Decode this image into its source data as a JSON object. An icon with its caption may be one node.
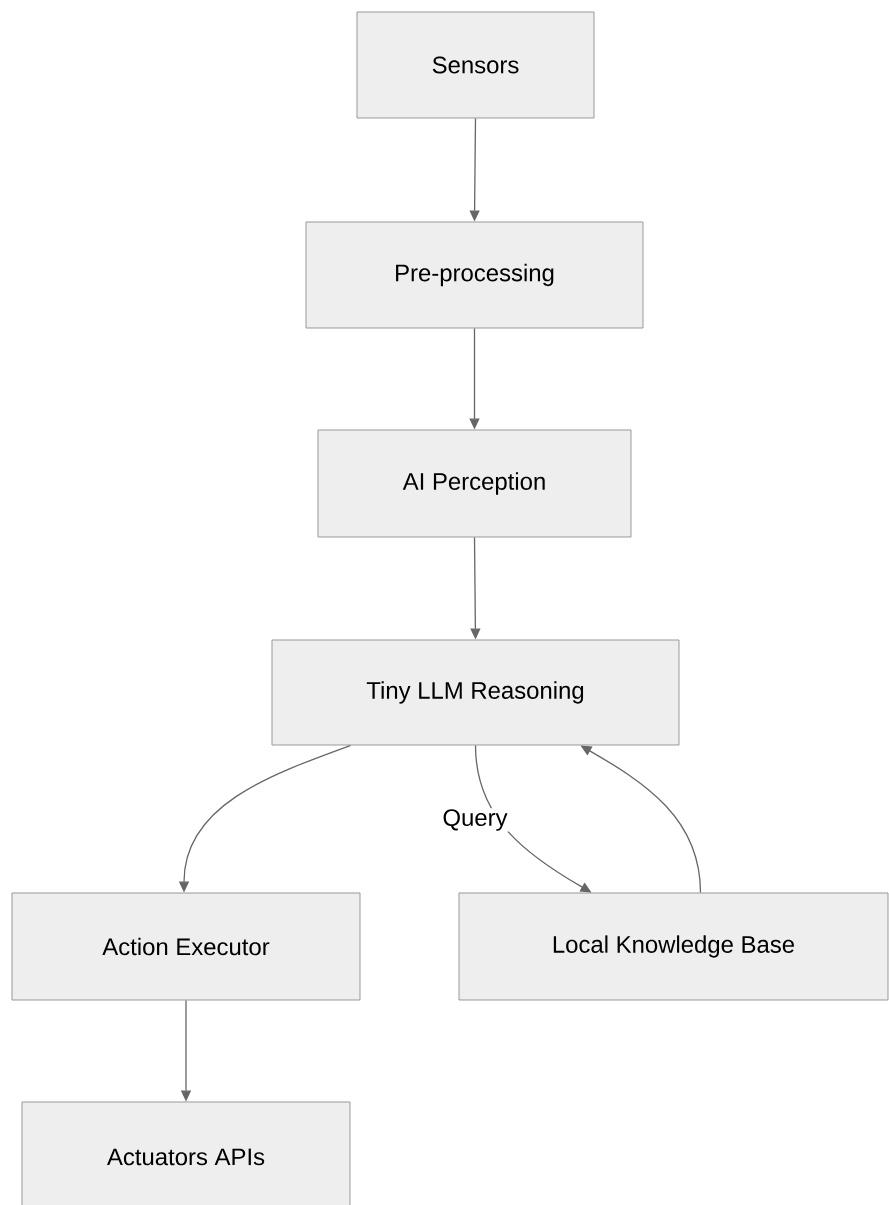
{
  "diagram": {
    "nodes": [
      {
        "text": [
          "Sensors"
        ]
      },
      {
        "text": [
          "Pre-processing"
        ]
      },
      {
        "text": [
          "AI Perception"
        ]
      },
      {
        "text": [
          "Tiny LLM Reasoning"
        ]
      },
      {
        "text": [
          "Action Executor"
        ]
      },
      {
        "text": [
          "Local Knowledge Base"
        ]
      },
      {
        "text": [
          "Actuators APIs"
        ]
      }
    ],
    "edges": [
      {
        "from": 0,
        "to": 1,
        "arrow": "to"
      },
      {
        "from": 1,
        "to": 2,
        "arrow": "to"
      },
      {
        "from": 2,
        "to": 3,
        "arrow": "to"
      },
      {
        "from": 3,
        "to": 4,
        "arrow": "to"
      },
      {
        "from": 3,
        "to": 5,
        "arrow": "to",
        "label": "Query"
      },
      {
        "from": 5,
        "to": 3,
        "arrow": "to"
      },
      {
        "from": 4,
        "to": 6,
        "arrow": "to"
      }
    ]
  }
}
